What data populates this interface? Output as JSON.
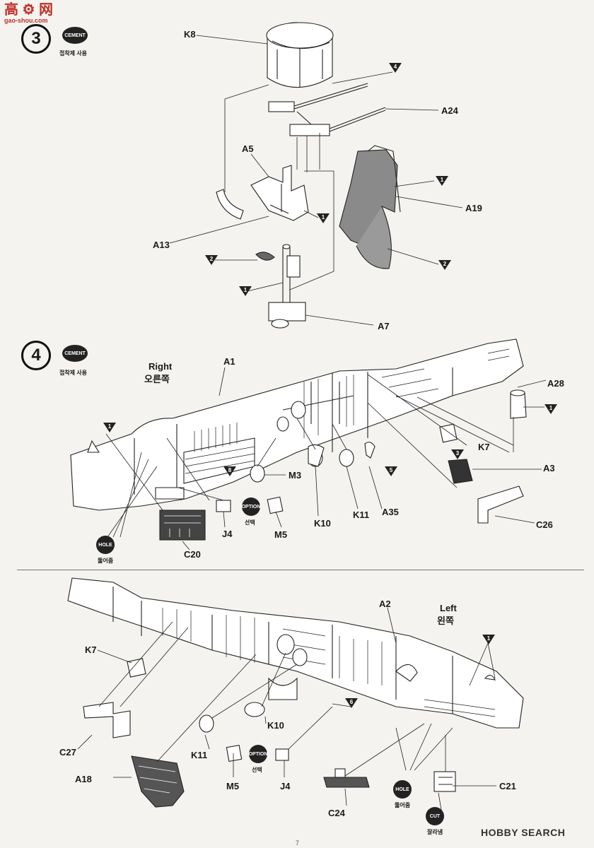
{
  "watermark": {
    "top": "高 ⚙ 网",
    "sub": "gao-shou.com"
  },
  "footer_logo": "HOBBY SEARCH",
  "page_number": "7",
  "step3": {
    "number": "3",
    "cement_badge": "CEMENT",
    "cement_caption": "접착제 사용",
    "parts": [
      "K8",
      "A5",
      "A13",
      "A24",
      "A19",
      "A7"
    ],
    "callouts": [
      "4",
      "1",
      "1",
      "2",
      "2",
      "1"
    ]
  },
  "step4": {
    "number": "4",
    "cement_badge": "CEMENT",
    "cement_caption": "접착제 사용",
    "right_title_en": "Right",
    "right_title_kr": "오른쪽",
    "left_title_en": "Left",
    "left_title_kr": "왼쪽",
    "right_parts": [
      "A1",
      "A28",
      "K7",
      "A3",
      "C26",
      "A35",
      "K11",
      "K10",
      "M3",
      "M5",
      "J4",
      "C20"
    ],
    "left_parts": [
      "A2",
      "K7",
      "C27",
      "K10",
      "K11",
      "M5",
      "J4",
      "A18",
      "C24",
      "C21"
    ],
    "callouts": [
      "1",
      "1",
      "8",
      "5",
      "3",
      "6",
      "1"
    ],
    "option_badge": "OPTION",
    "option_caption": "선택",
    "hole_badge": "HOLE",
    "hole_caption": "뚫어줌",
    "cut_badge": "CUT",
    "cut_caption": "잘라냄"
  }
}
